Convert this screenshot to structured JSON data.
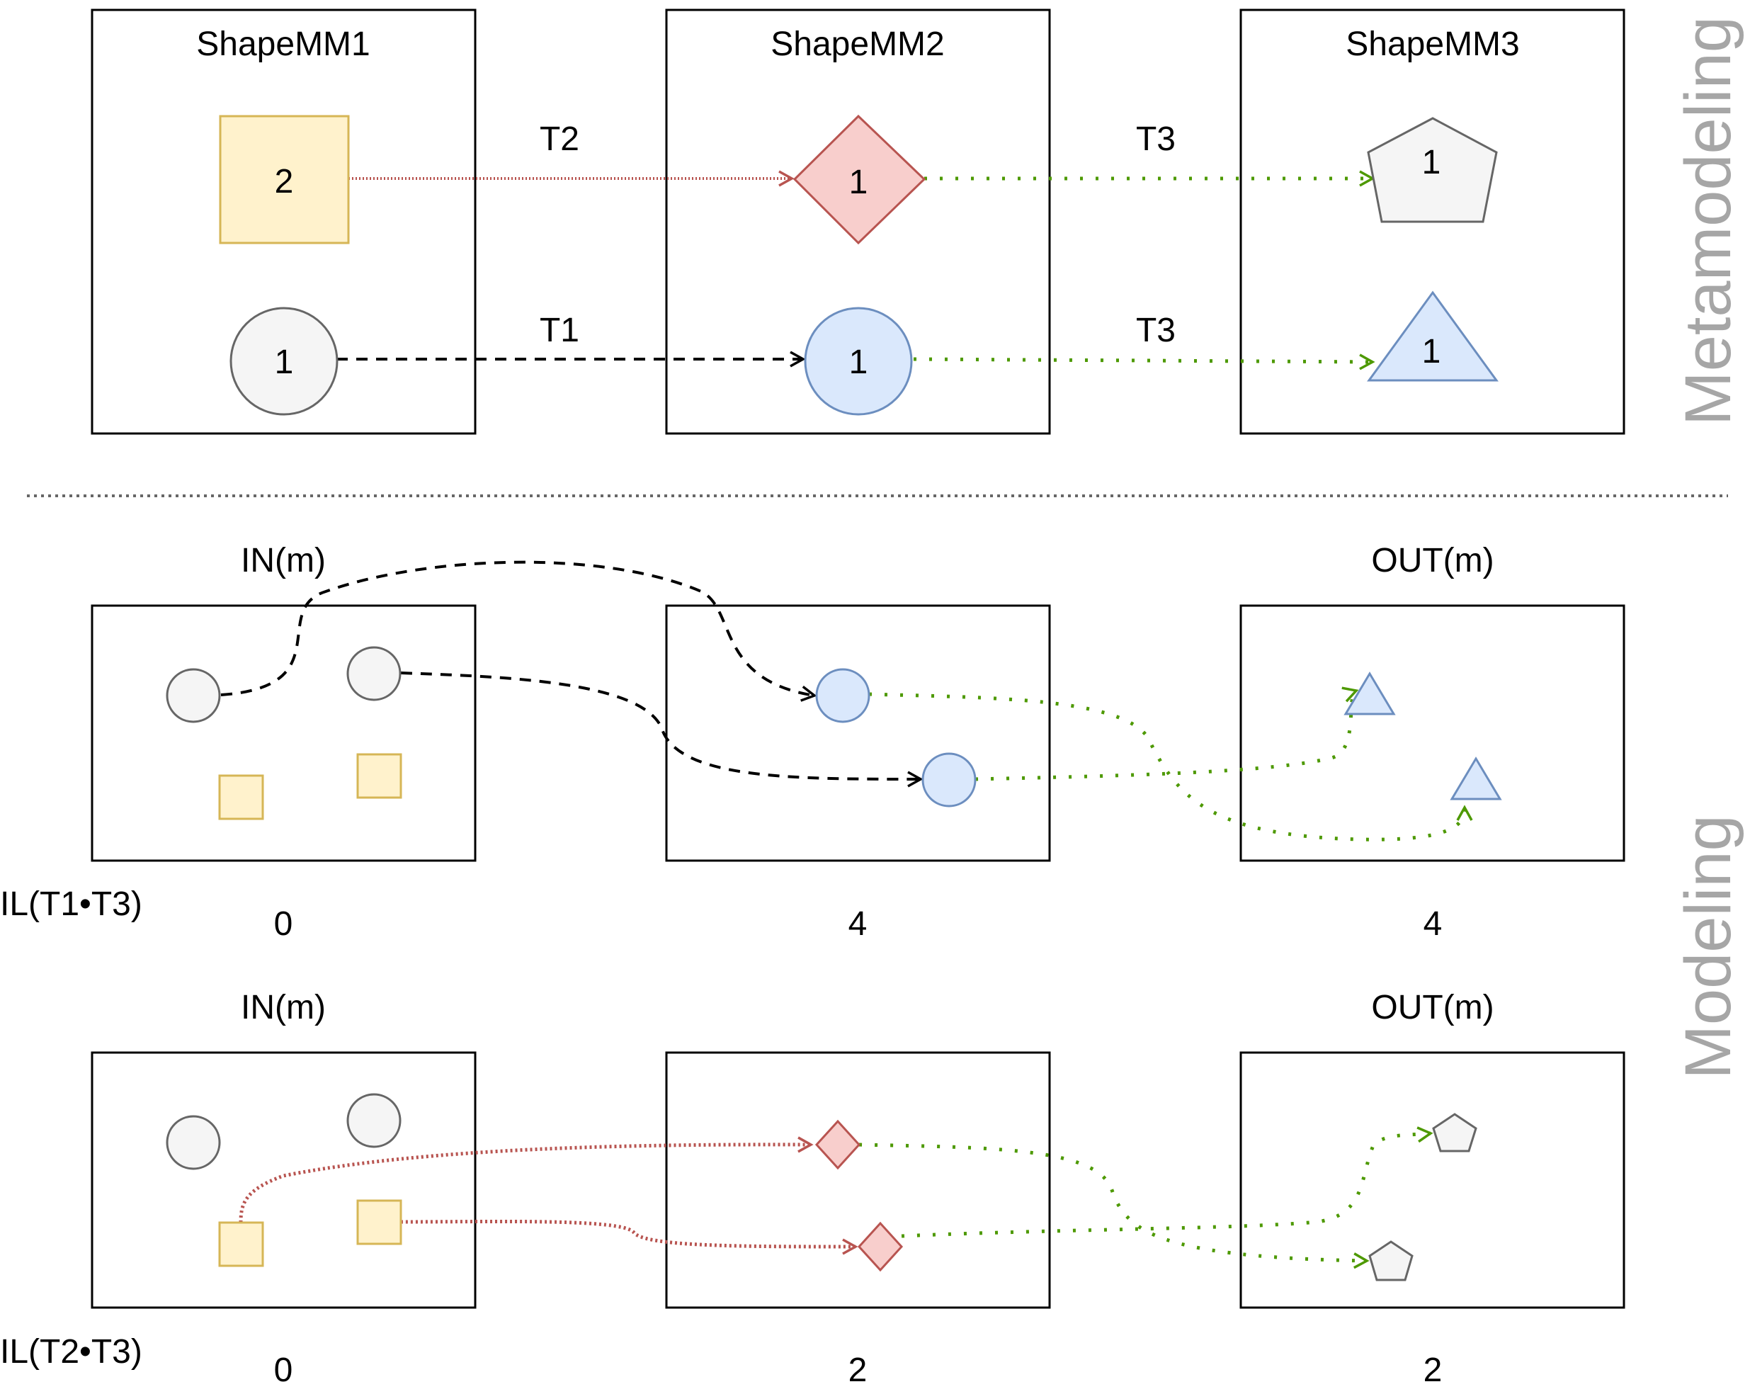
{
  "colors": {
    "yellow_fill": "#fff2cc",
    "yellow_stroke": "#d6b656",
    "grey_fill": "#f5f5f5",
    "grey_stroke": "#666666",
    "red_fill": "#f8cecc",
    "red_stroke": "#b85450",
    "blue_fill": "#dae8fc",
    "blue_stroke": "#6c8ebf",
    "green_edge": "#4d9900",
    "side_label": "#a6a6a6"
  },
  "metamodeling": {
    "side_label": "Metamodeling",
    "mm1": {
      "title": "ShapeMM1",
      "square_count": "2",
      "circle_count": "1"
    },
    "mm2": {
      "title": "ShapeMM2",
      "diamond_count": "1",
      "circle_count": "1"
    },
    "mm3": {
      "title": "ShapeMM3",
      "pentagon_count": "1",
      "triangle_count": "1"
    },
    "transforms": {
      "t2": "T2",
      "t1": "T1",
      "t3_top": "T3",
      "t3_bottom": "T3"
    }
  },
  "modeling": {
    "side_label": "Modeling",
    "row1": {
      "in_label": "IN(m)",
      "out_label": "OUT(m)",
      "il_label": "IL(T1•T3)",
      "il_values": [
        "0",
        "4",
        "4"
      ]
    },
    "row2": {
      "in_label": "IN(m)",
      "out_label": "OUT(m)",
      "il_label": "IL(T2•T3)",
      "il_values": [
        "0",
        "2",
        "2"
      ]
    }
  }
}
